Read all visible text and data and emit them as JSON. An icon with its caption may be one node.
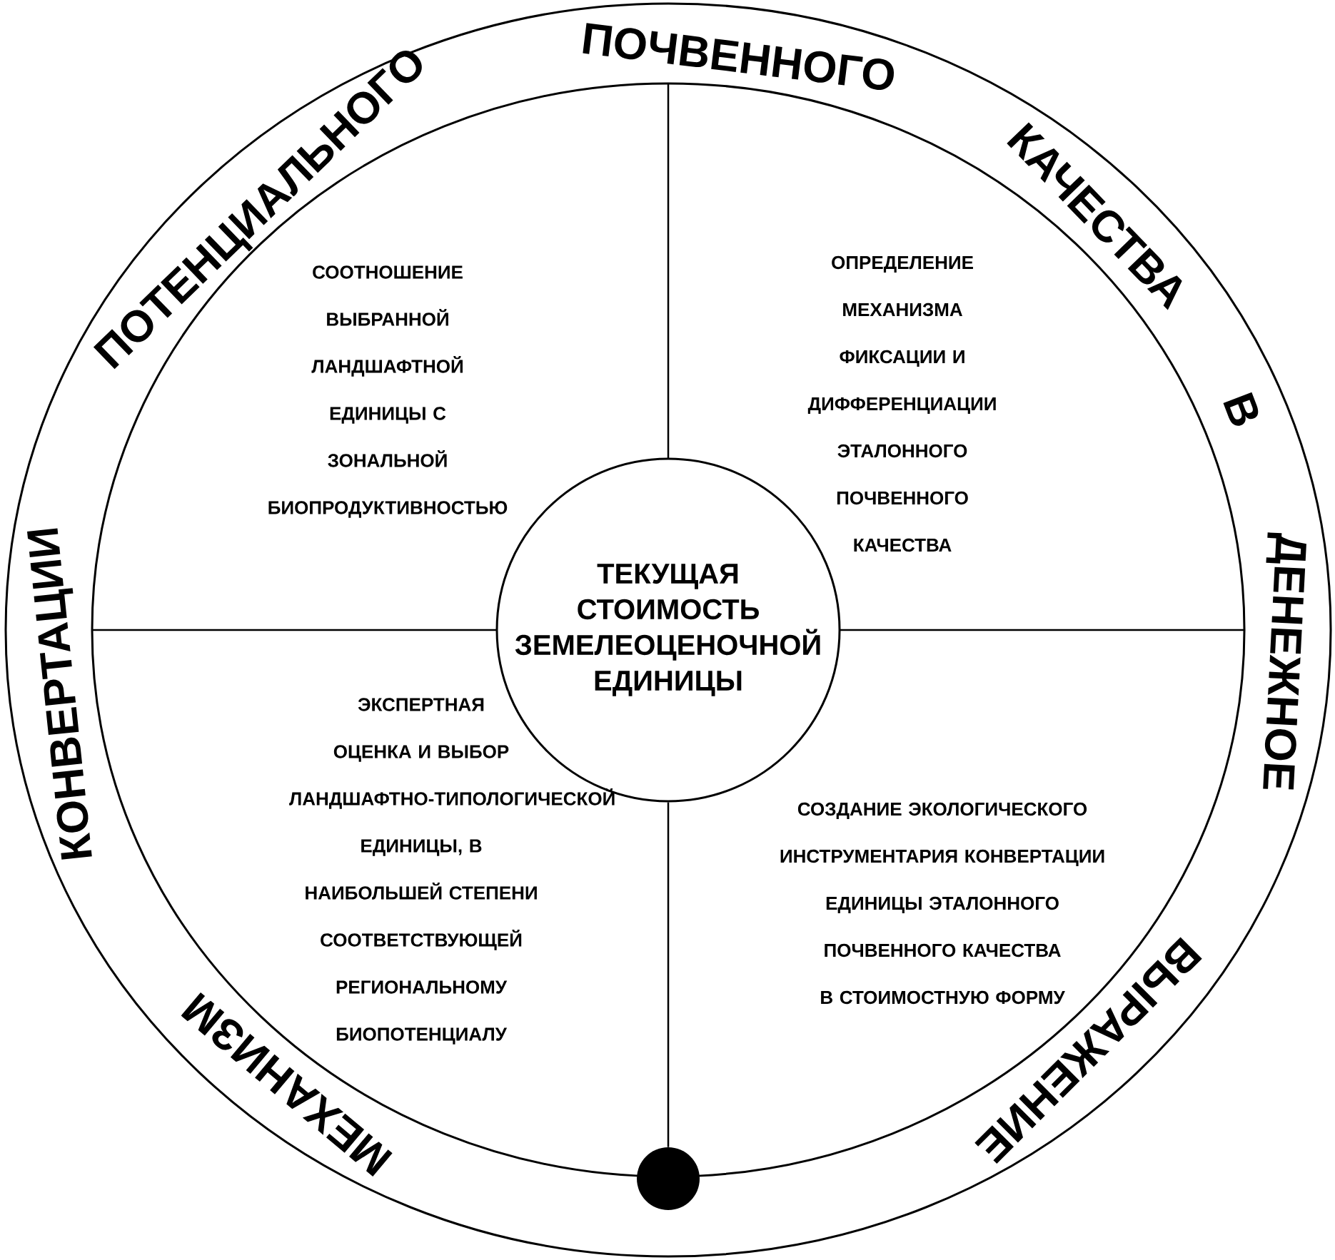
{
  "diagram": {
    "nodes": [
      {
        "text": [
          "МЕХАНИЗМ",
          "КОНВЕРТАЦИИ",
          "ПОТЕНЦИАЛЬНОГО",
          "ПОЧВЕННОГО",
          "КАЧЕСТВА",
          "В",
          "ДЕНЕЖНОЕ",
          "ВЫРАЖЕНИЕ"
        ]
      },
      {
        "text": [
          "ТЕКУЩАЯ СТОИМОСТЬ ЗЕМЕЛЕОЦЕНОЧНОЙ ЕДИНИЦЫ"
        ],
        "in": 0
      },
      {
        "text": [],
        "shape": "circle",
        "in": 0
      }
    ],
    "edges": [
      {
        "from": 1,
        "to": 2,
        "arrow": "none"
      }
    ],
    "labels": [
      "СООТНОШЕНИЕ ВЫБРАННОЙ ЛАНДШАФТНОЙ ЕДИНИЦЫ С ЗОНАЛЬНОЙ БИОПРОДУКТИВНОСТЬЮ",
      "ОПРЕДЕЛЕНИЕ МЕХАНИЗМА ФИКСАЦИИ И ДИФФЕРЕНЦИАЦИИ ЭТАЛОННОГО ПОЧВЕННОГО КАЧЕСТВА",
      "ЭКСПЕРТНАЯ ОЦЕНКА И ВЫБОР ЛАНДШАФТНО-ТИПОЛОГИЧЕСКОЙ ЕДИНИЦЫ, В НАИБОЛЬШЕЙ СТЕПЕНИ СООТВЕТСТВУЮЩЕЙ РЕГИОНАЛЬНОМУ БИОПОТЕНЦИАЛУ",
      "СОЗДАНИЕ ЭКОЛОГИЧЕСКОГО ИНСТРУМЕНТАРИЯ КОНВЕРТАЦИИ ЕДИНИЦЫ ЭТАЛОННОГО ПОЧВЕННОГО КАЧЕСТВА В СТОИМОСТНУЮ ФОРМУ"
    ]
  }
}
